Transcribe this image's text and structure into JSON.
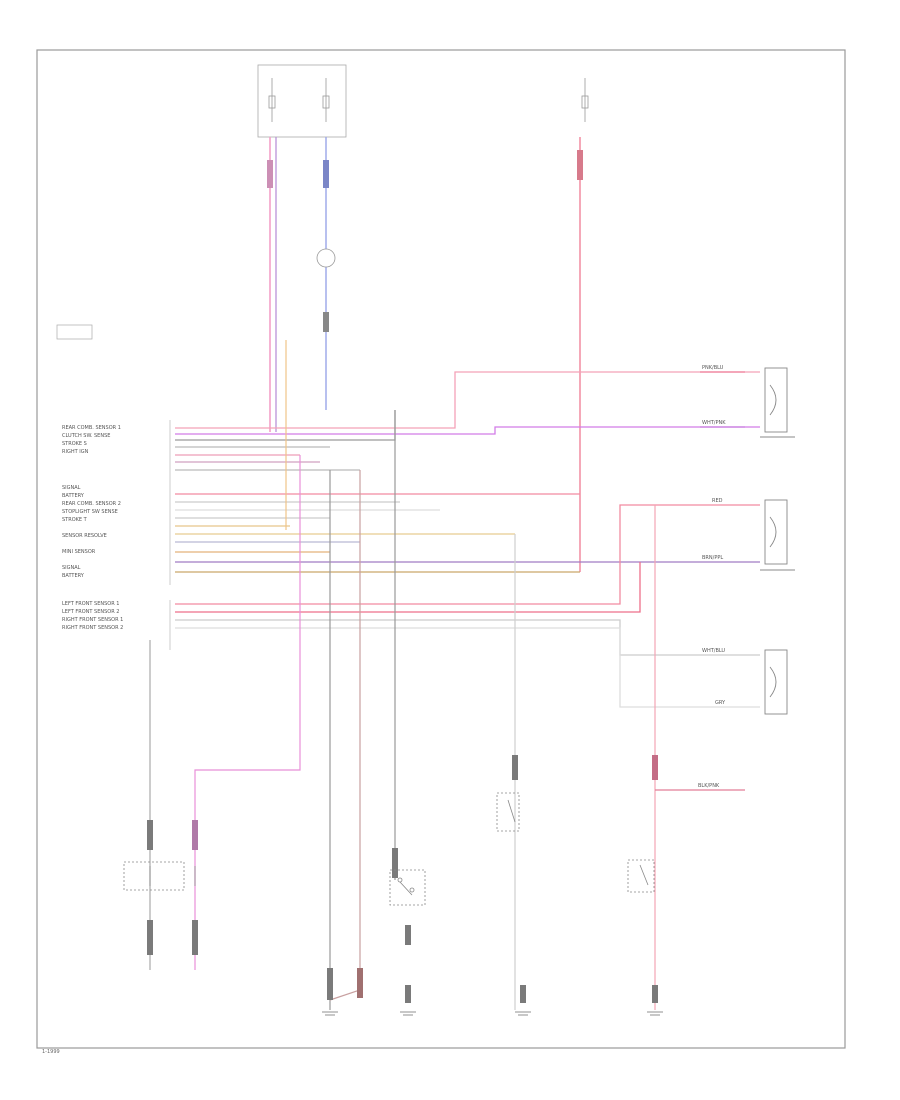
{
  "diagram": {
    "footer_code": "1-1999",
    "module_pins": [
      "REAR COMB. SENSOR 1",
      "CLUTCH SW. SENSE",
      "STROKE S",
      "RIGHT IGN",
      "",
      "SIGNAL",
      "BATTERY",
      "REAR COMB. SENSOR 2",
      "STOPLIGHT SW SENSE",
      "STROKE T",
      "SENSOR RESOLVE",
      "MINI SENSOR",
      "SIGNAL",
      "BATTERY"
    ],
    "sensor_pins": [
      "LEFT FRONT SENSOR 1",
      "LEFT FRONT SENSOR 2",
      "RIGHT FRONT SENSOR 1",
      "RIGHT FRONT SENSOR 2"
    ],
    "wire_labels": [
      "PNK/BLU",
      "WHT/PNK",
      "RED",
      "BRN/PPL",
      "WHT/BLU",
      "GRY",
      "BLK/PNK"
    ]
  }
}
